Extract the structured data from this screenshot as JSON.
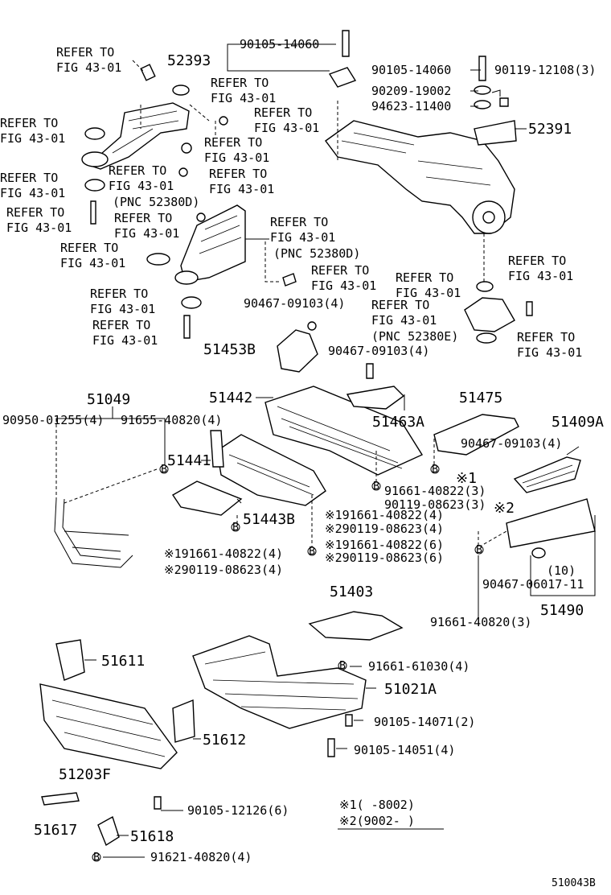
{
  "refer": {
    "line1": "REFER TO",
    "line2": "FIG 43-01"
  },
  "pnc_52380d": "(PNC 52380D)",
  "pnc_52380e": "(PNC 52380E)",
  "part_labels": {
    "p52393": "52393",
    "p90105_14060_a": "90105-14060",
    "p90105_14060_b": "90105-14060",
    "p90119_12108": "90119-12108(3)",
    "p90209_19002": "90209-19002",
    "p94623_11400": "94623-11400",
    "p52391": "52391",
    "p90467_09103_a": "90467-09103(4)",
    "p51453b": "51453B",
    "p90467_09103_b": "90467-09103(4)",
    "p51049": "51049",
    "p90950_01255": "90950-01255(4)",
    "p91655_40820": "91655-40820(4)",
    "p51442": "51442",
    "p51463a": "51463A",
    "p51475": "51475",
    "p51409a": "51409A",
    "p90467_09103_c": "90467-09103(4)",
    "p51441": "51441",
    "p51443b": "51443B",
    "p91661_40822_3": "91661-40822(3)",
    "p90119_08623_3": "90119-08623(3)",
    "p91661_40822_4a": "※191661-40822(4)",
    "p90119_08623_4a": "※290119-08623(4)",
    "p91661_40822_6": "※191661-40822(6)",
    "p90119_08623_6": "※290119-08623(6)",
    "p91661_40822_4b": "※191661-40822(4)",
    "p90119_08623_4b": "※290119-08623(4)",
    "p_note1": "※1",
    "p_note2": "※2",
    "p10": "(10)",
    "p90467_06017": "90467-06017-11",
    "p51490": "51490",
    "p51403": "51403",
    "p91661_40820_3": "91661-40820(3)",
    "p51611": "51611",
    "p91661_61030": "91661-61030(4)",
    "p51021a": "51021A",
    "p90105_14071": "90105-14071(2)",
    "p90105_14051": "90105-14051(4)",
    "p51612": "51612",
    "p51203f": "51203F",
    "p90105_12126": "90105-12126(6)",
    "p51617": "51617",
    "p51618": "51618",
    "p91621_40820": "91621-40820(4)"
  },
  "legend": {
    "row1": "※1(    -8002)",
    "row2": "※2(9002-     )"
  },
  "bolt_marker": "B",
  "diagram_id": "510043B"
}
